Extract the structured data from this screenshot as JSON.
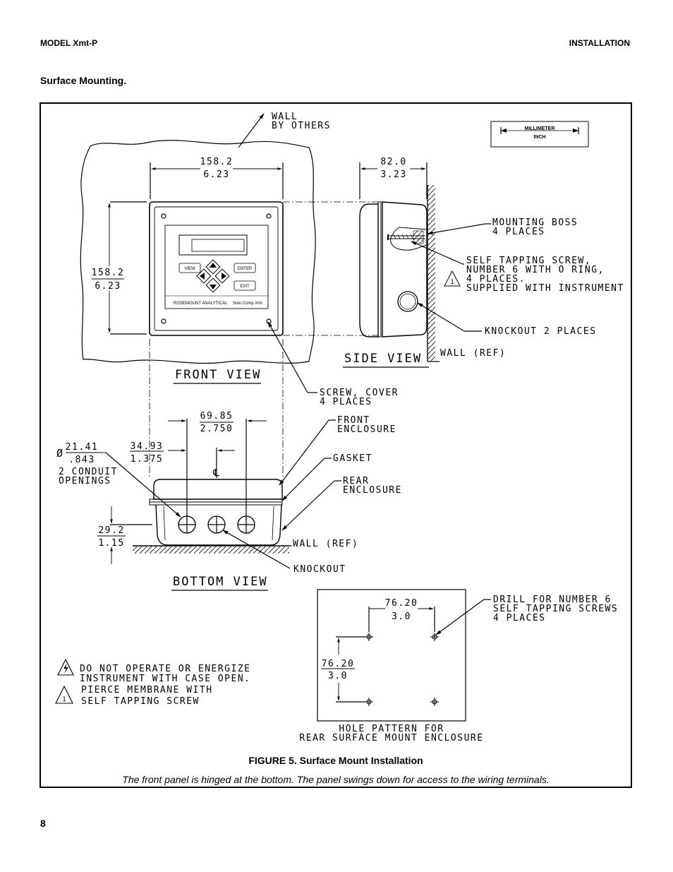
{
  "header": {
    "left": "MODEL Xmt-P",
    "right": "INSTALLATION"
  },
  "section_title": "Surface Mounting.",
  "figure": {
    "unit_legend": {
      "top": "MILLIMETER",
      "bottom": "INCH"
    },
    "wall": {
      "line1": "WALL",
      "line2": "BY OTHERS"
    },
    "front_view": {
      "title": "FRONT VIEW",
      "width_mm": "158.2",
      "width_in": "6.23",
      "height_mm": "158.2",
      "height_in": "6.23",
      "screw_cover": {
        "line1": "SCREW, COVER",
        "line2": "4 PLACES"
      },
      "keys": {
        "view": "VIEW",
        "enter": "ENTER",
        "exit": "EXIT"
      },
      "brand_left": "ROSEMOUNT ANALYTICAL",
      "brand_right": "Solu Comp Xmt"
    },
    "side_view": {
      "title": "SIDE VIEW",
      "depth_mm": "82.0",
      "depth_in": "3.23",
      "mounting_boss": {
        "line1": "MOUNTING BOSS",
        "line2": "4 PLACES"
      },
      "screw": {
        "line1": "SELF TAPPING SCREW,",
        "line2": "NUMBER 6 WITH O RING,",
        "line3": "4 PLACES.",
        "line4": "SUPPLIED WITH INSTRUMENT",
        "marker": "1"
      },
      "knockout": "KNOCKOUT 2 PLACES",
      "wall_ref": "WALL (REF)"
    },
    "bottom_view": {
      "title": "BOTTOM VIEW",
      "spacing_mm": "69.85",
      "spacing_in": "2.750",
      "offset_mm": "34.93",
      "offset_in": "1.375",
      "diameter_symbol": "Ø",
      "diameter_mm": "21.41",
      "diameter_in": ".843",
      "conduit": {
        "line1": "2 CONDUIT",
        "line2": "OPENINGS"
      },
      "height_mm": "29.2",
      "height_in": "1.15",
      "front_enclosure": {
        "line1": "FRONT",
        "line2": "ENCLOSURE"
      },
      "gasket": "GASKET",
      "rear_enclosure": {
        "line1": "REAR",
        "line2": "ENCLOSURE"
      },
      "wall_ref": "WALL (REF)",
      "knockout": "KNOCKOUT",
      "centerline": "℄"
    },
    "hole_pattern": {
      "h_mm": "76.20",
      "h_in": "3.0",
      "v_mm": "76.20",
      "v_in": "3.0",
      "drill": {
        "line1": "DRILL FOR NUMBER 6",
        "line2": "SELF TAPPING SCREWS",
        "line3": "4 PLACES"
      },
      "title": {
        "line1": "HOLE PATTERN FOR",
        "line2": "REAR SURFACE MOUNT ENCLOSURE"
      }
    },
    "warnings": {
      "w1_line1": "DO NOT OPERATE OR ENERGIZE",
      "w1_line2": "INSTRUMENT WITH CASE OPEN.",
      "w2_line1": "PIERCE MEMBRANE WITH",
      "w2_line2": "SELF TAPPING SCREW",
      "w2_marker": "1"
    }
  },
  "caption": {
    "title": "FIGURE 5. Surface Mount Installation",
    "text": "The front panel is hinged at the bottom. The panel swings down for access to the wiring terminals."
  },
  "page_number": "8"
}
